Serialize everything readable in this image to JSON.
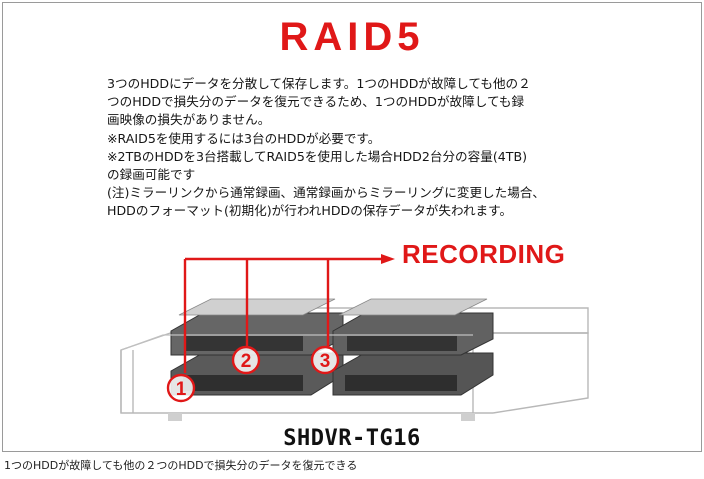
{
  "title": "RAID5",
  "body": {
    "lines": [
      "3つのHDDにデータを分散して保存します。1つのHDDが故障しても他の２",
      "つのHDDで損失分のデータを復元できるため、1つのHDDが故障しても録",
      "画映像の損失がありません。",
      "※RAID5を使用するには3台のHDDが必要です。",
      "※2TBのHDDを3台搭載してRAID5を使用した場合HDD2台分の容量(4TB)",
      "の録画可能です",
      "(注)ミラーリンクから通常録画、通常録画からミラーリングに変更した場合、",
      "HDDのフォーマット(初期化)が行われHDDの保存データが失われます。"
    ]
  },
  "diagram": {
    "recording_label": "RECORDING",
    "markers": [
      "1",
      "2",
      "3"
    ],
    "model_name": "SHDVR-TG16",
    "accent_color": "#e01818"
  },
  "caption": "1つのHDDが故障しても他の２つのHDDで損失分のデータを復元できる"
}
